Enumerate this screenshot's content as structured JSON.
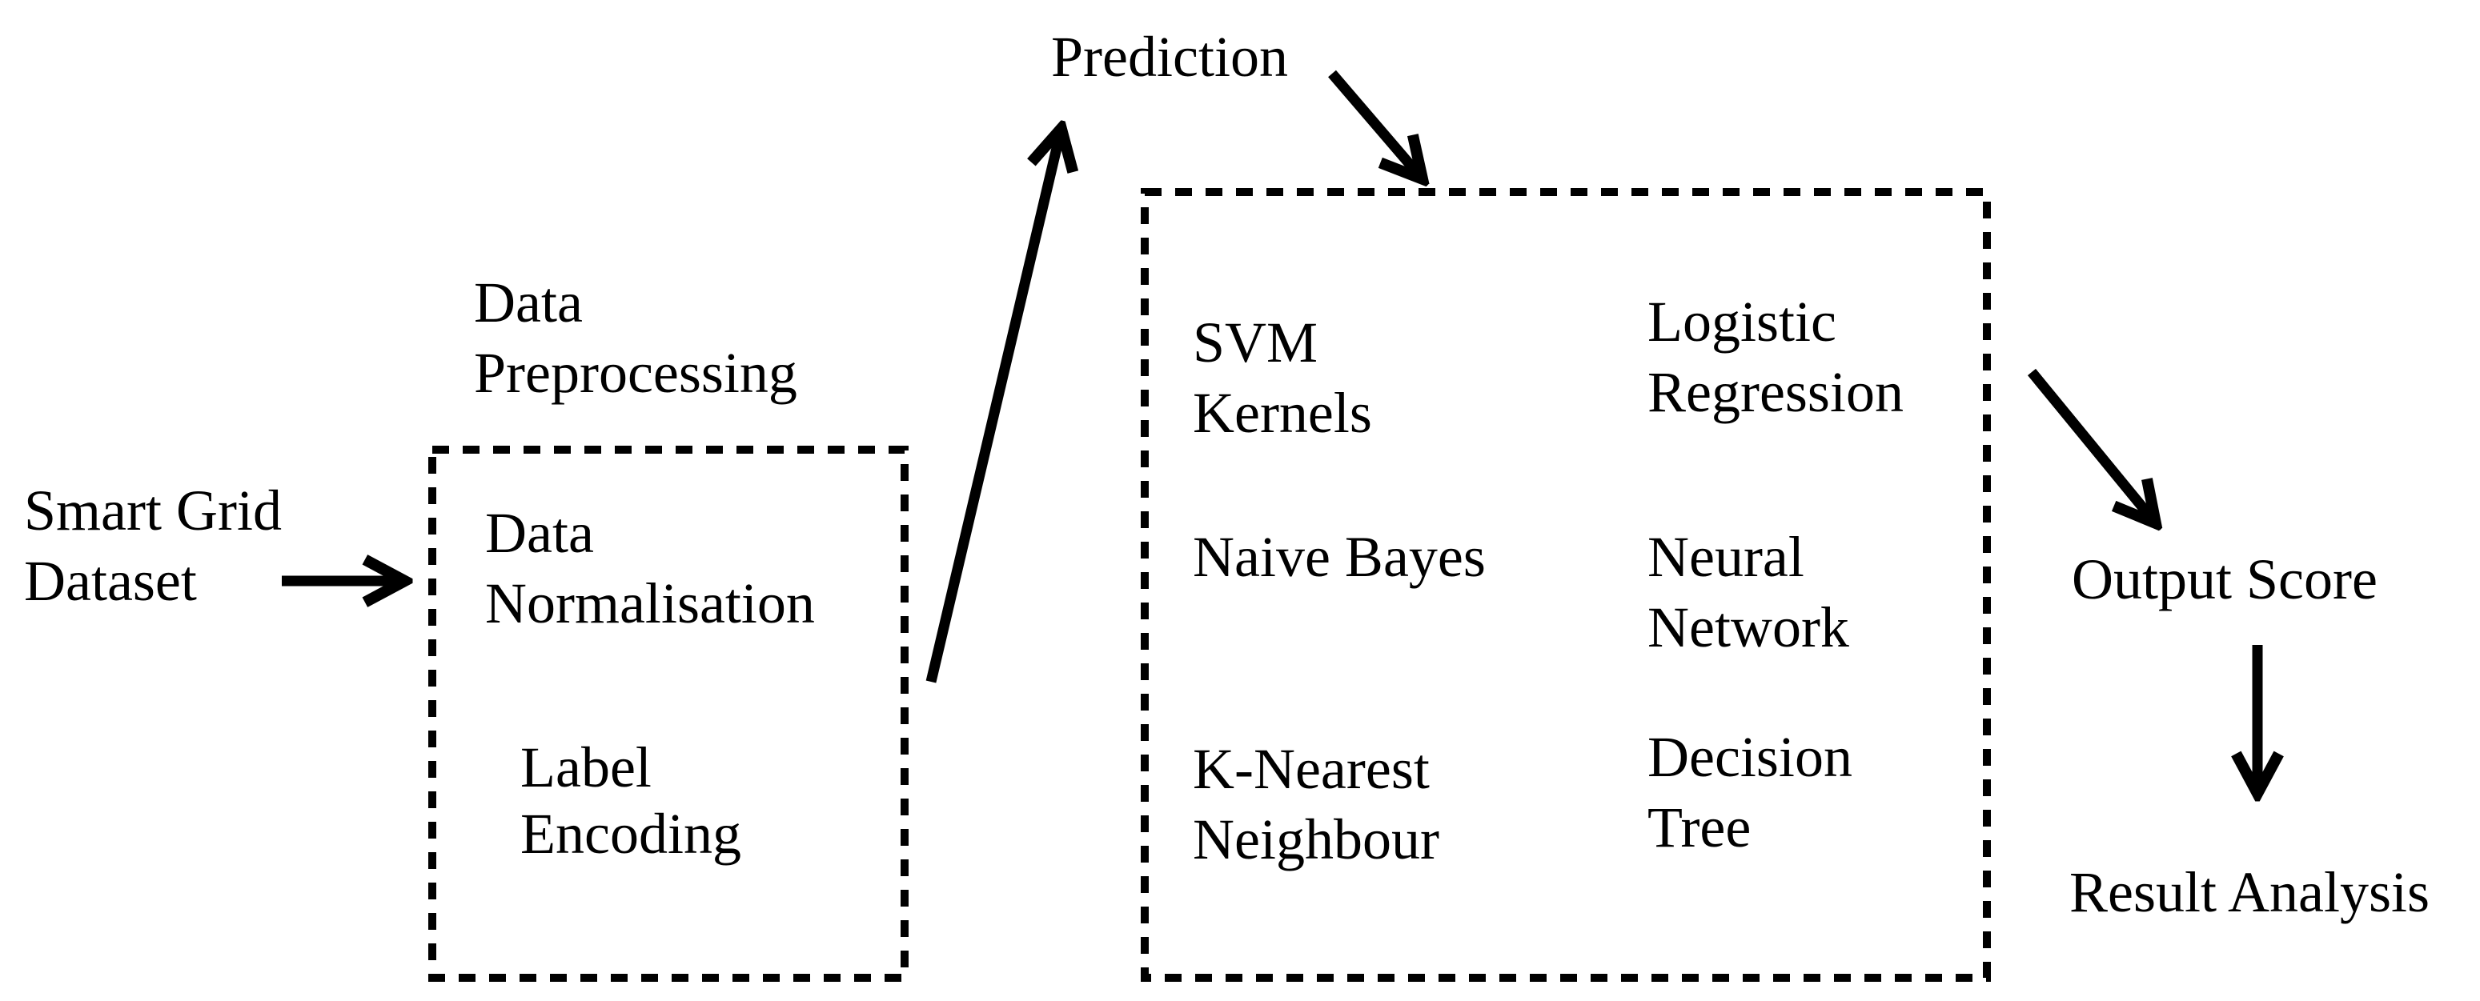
{
  "colors": {
    "ink": "#000000",
    "background": "#ffffff"
  },
  "nodes": {
    "smart_grid_dataset": {
      "line1": "Smart Grid",
      "line2": "Dataset"
    },
    "data_preprocessing_label": {
      "line1": "Data",
      "line2": "Preprocessing"
    },
    "preprocessing_steps": {
      "data_normalisation": {
        "line1": "Data",
        "line2": "Normalisation"
      },
      "label_encoding": {
        "line1": "Label",
        "line2": "Encoding"
      }
    },
    "prediction": {
      "label": "Prediction"
    },
    "classifiers": {
      "svm_kernels": {
        "line1": "SVM",
        "line2": "Kernels"
      },
      "logistic_regression": {
        "line1": "Logistic",
        "line2": "Regression"
      },
      "naive_bayes": {
        "line1": "Naive Bayes"
      },
      "neural_network": {
        "line1": "Neural",
        "line2": "Network"
      },
      "k_nearest_neighbour": {
        "line1": "K-Nearest",
        "line2": "Neighbour"
      },
      "decision_tree": {
        "line1": "Decision",
        "line2": "Tree"
      }
    },
    "output_score": {
      "label": "Output Score"
    },
    "result_analysis": {
      "label": "Result Analysis"
    }
  }
}
